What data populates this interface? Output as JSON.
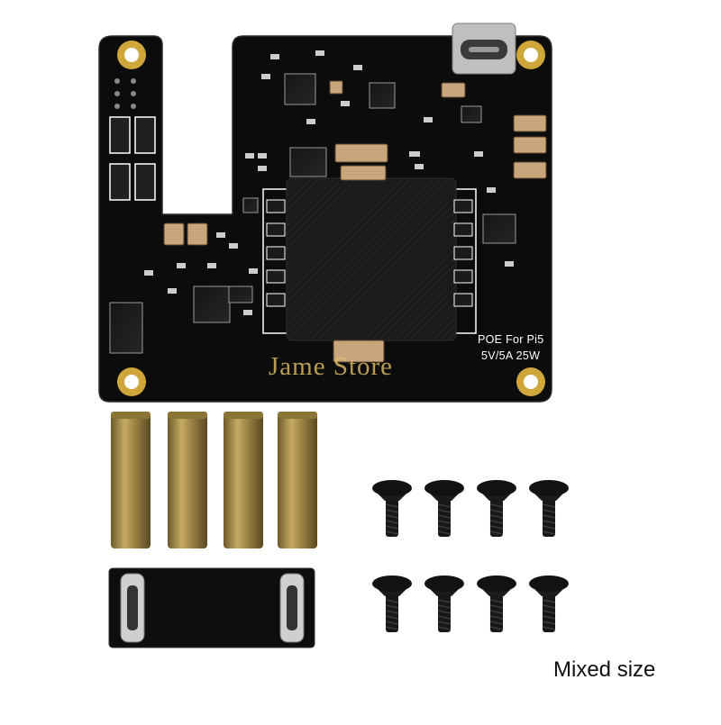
{
  "photo": {
    "subject": "pcb-module-with-accessories",
    "colors": {
      "board": "#0c0c0c",
      "silkscreen": "#ffffff",
      "gold": "#cfa63a",
      "brass": "#b59a52",
      "screw": "#121212"
    }
  },
  "board": {
    "model_label": "POE For Pi5",
    "rating_label": "5V/5A 25W"
  },
  "watermark": {
    "text": "Jame Store"
  },
  "caption": {
    "text": "Mixed size"
  }
}
